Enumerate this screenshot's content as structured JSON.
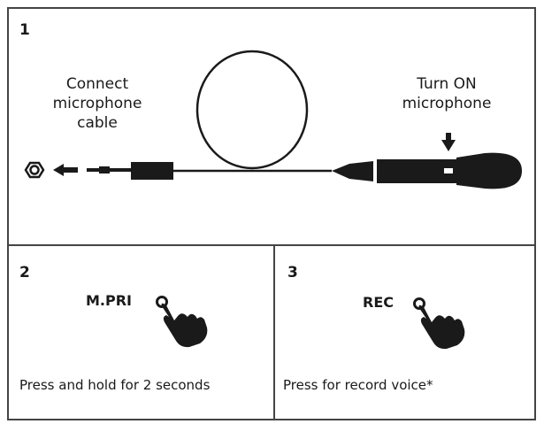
{
  "panel1": {
    "number": "1",
    "left_label_1": "Connect",
    "left_label_2": "microphone",
    "left_label_3": "cable",
    "right_label_1": "Turn ON",
    "right_label_2": "microphone"
  },
  "panel2": {
    "number": "2",
    "button_label": "M.PRI",
    "caption": "Press and hold for 2 seconds"
  },
  "panel3": {
    "number": "3",
    "button_label": "REC",
    "caption": "Press for record voice*"
  },
  "icons": [
    "nut-icon",
    "arrow-left-icon",
    "plug-icon",
    "cable-loop-icon",
    "microphone-icon",
    "arrow-down-icon",
    "button-ring-icon",
    "pointing-hand-icon"
  ],
  "colors": {
    "line": "#444444",
    "ink": "#1a1a1a"
  }
}
